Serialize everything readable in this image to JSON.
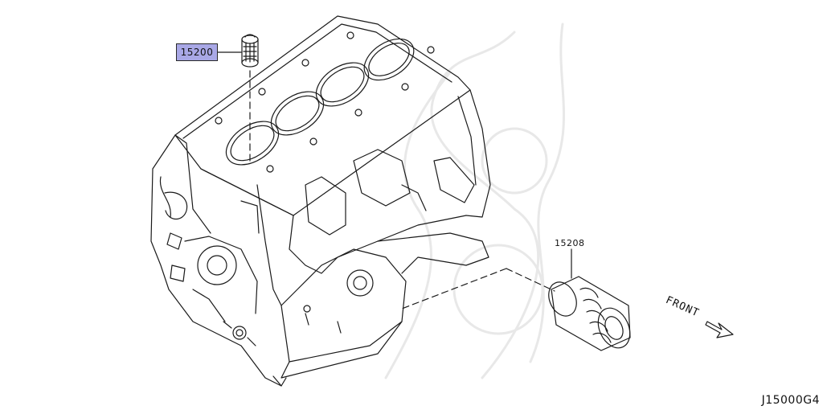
{
  "parts": {
    "callout_1": {
      "number": "15200",
      "highlighted": true,
      "highlight_color": "#a9a8e6"
    },
    "callout_2": {
      "number": "15208",
      "highlighted": false
    }
  },
  "direction": {
    "label": "FRONT"
  },
  "reference_code": "J15000G4",
  "icons": [
    "engine-block-illustration",
    "oil-strainer-icon",
    "oil-filter-icon",
    "front-arrow-icon",
    "watermark-logo"
  ]
}
